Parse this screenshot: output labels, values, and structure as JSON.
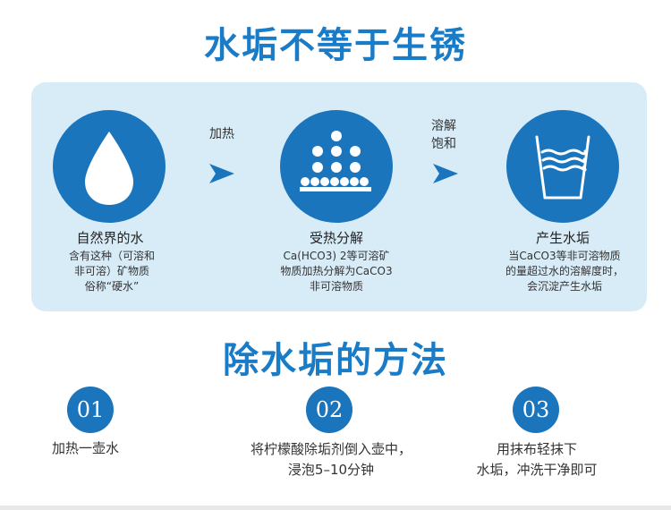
{
  "title_top": "水垢不等于生锈",
  "title_bottom": "除水垢的方法",
  "process": {
    "arrow1_label": "加热",
    "arrow2_label_line1": "溶解",
    "arrow2_label_line2": "饱和",
    "steps": [
      {
        "icon": "water-drop-icon",
        "title": "自然界的水",
        "desc": [
          "含有这种（可溶和",
          "非可溶）矿物质",
          "俗称“硬水”"
        ]
      },
      {
        "icon": "dots-heat-icon",
        "title": "受热分解",
        "desc": [
          "Ca(HCO3) 2等可溶矿",
          "物质加热分解为CaCO3",
          "非可溶物质"
        ]
      },
      {
        "icon": "glass-water-icon",
        "title": "产生水垢",
        "desc": [
          "当CaCO3等非可溶物质",
          "的量超过水的溶解度时，",
          "会沉淀产生水垢"
        ]
      }
    ]
  },
  "methods": [
    {
      "number": "01",
      "lines": [
        "加热一壶水"
      ]
    },
    {
      "number": "02",
      "lines": [
        "将柠檬酸除垢剂倒入壶中，",
        "浸泡5–10分钟"
      ]
    },
    {
      "number": "03",
      "lines": [
        "用抹布轻抹下",
        "水垢，冲洗干净即可"
      ]
    }
  ],
  "colors": {
    "accent": "#1a75bd",
    "title": "#1a7bc6",
    "panel": "#d8ecf8"
  }
}
